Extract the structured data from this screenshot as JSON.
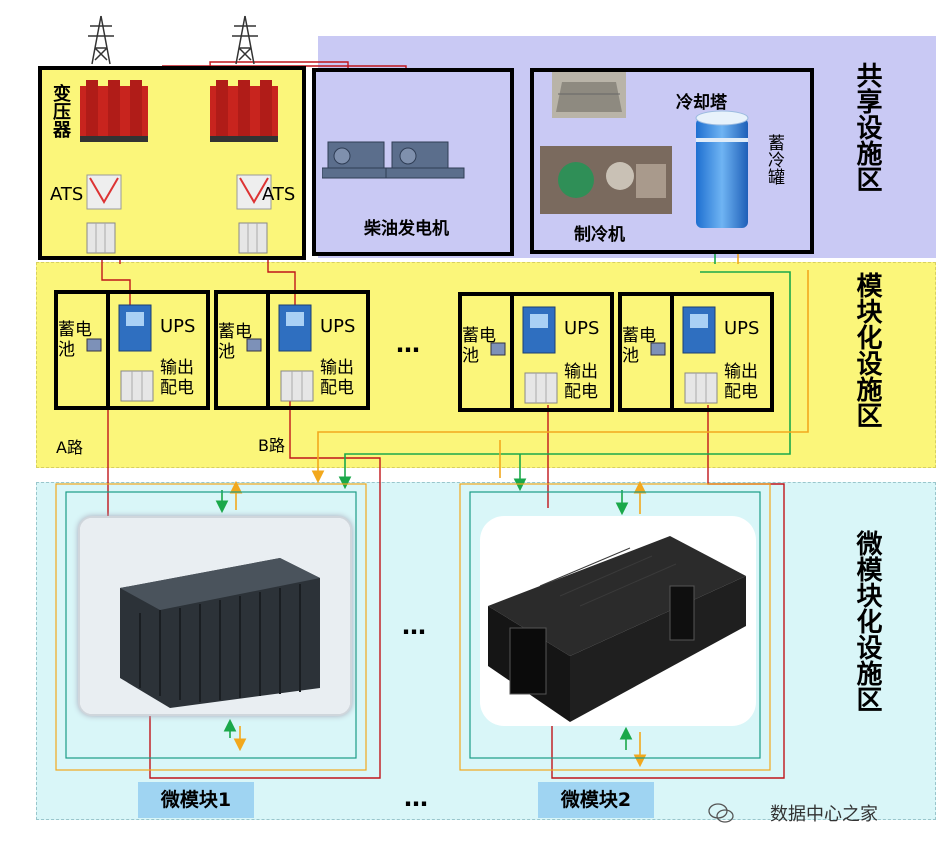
{
  "zones": {
    "shared": "共享设施区",
    "module": "模块化设施区",
    "micro": "微模块化设施区"
  },
  "shared": {
    "transformer": "变压器",
    "ats_left": "ATS",
    "ats_right": "ATS",
    "generator": "柴油发电机",
    "cooling_tower": "冷却塔",
    "chiller": "制冷机",
    "storage_tank": "蓄冷罐"
  },
  "modules": [
    {
      "battery": "蓄电池",
      "ups": "UPS",
      "output": "输出配电"
    },
    {
      "battery": "蓄电池",
      "ups": "UPS",
      "output": "输出配电"
    },
    {
      "battery": "蓄电池",
      "ups": "UPS",
      "output": "输出配电"
    },
    {
      "battery": "蓄电池",
      "ups": "UPS",
      "output": "输出配电"
    }
  ],
  "paths": {
    "a": "A路",
    "b": "B路"
  },
  "ellipsis": "…",
  "micro": {
    "block1": "微模块1",
    "block2": "微模块2"
  },
  "watermark": "数据中心之家",
  "colors": {
    "shared_zone": "#c9c9f4",
    "module_zone": "#fbf67a",
    "micro_zone": "#d9f6f8",
    "power_line": "#c0151b",
    "cold_line": "#1aa84a",
    "warm_line": "#f2a81d",
    "teal_line": "#1c9d86",
    "tag_fill": "#9fd4f2"
  }
}
